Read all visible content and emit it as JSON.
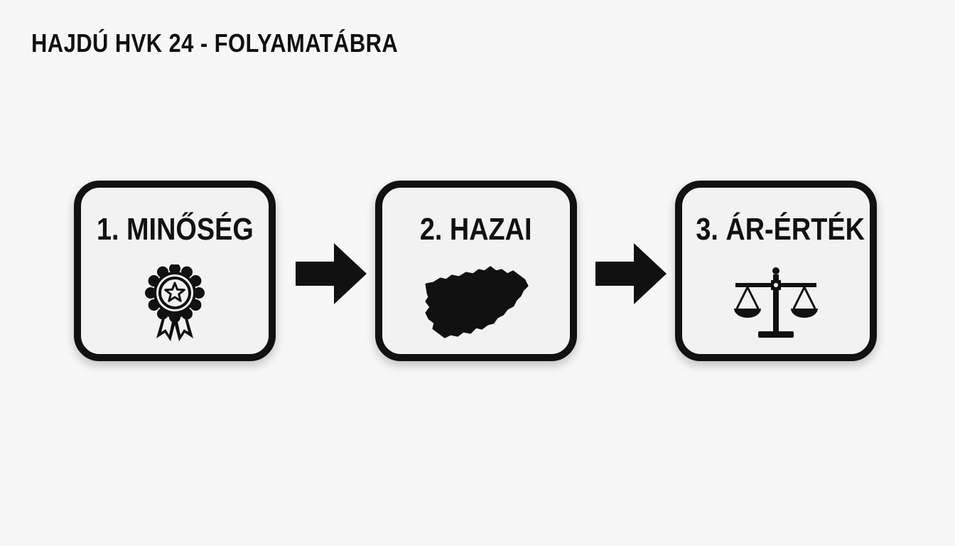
{
  "diagram": {
    "title": "HAJDÚ HVK 24 - FOLYAMATÁBRA",
    "steps": [
      {
        "label": "1. MINŐSÉG",
        "icon": "award-ribbon-icon"
      },
      {
        "label": "2. HAZAI",
        "icon": "hungary-map-icon"
      },
      {
        "label": "3. ÁR-ÉRTÉK",
        "icon": "balance-scale-icon"
      }
    ],
    "colors": {
      "ink": "#111111",
      "background": "#f7f7f7",
      "box_fill": "#f2f2f2"
    }
  }
}
